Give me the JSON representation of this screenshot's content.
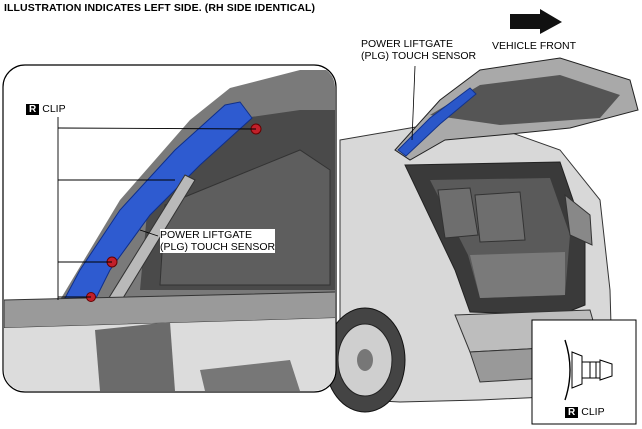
{
  "header": "ILLUSTRATION INDICATES LEFT SIDE. (RH SIDE IDENTICAL)",
  "labels": {
    "plg_sensor_line1": "POWER LIFTGATE",
    "plg_sensor_line2": "(PLG) TOUCH SENSOR",
    "vehicle_front": "VEHICLE FRONT",
    "inset_sensor_line1": "POWER LIFTGATE",
    "inset_sensor_line2": "(PLG) TOUCH SENSOR",
    "clip_tag": "R",
    "clip_text": "CLIP",
    "legend_tag": "R",
    "legend_text": "CLIP"
  }
}
